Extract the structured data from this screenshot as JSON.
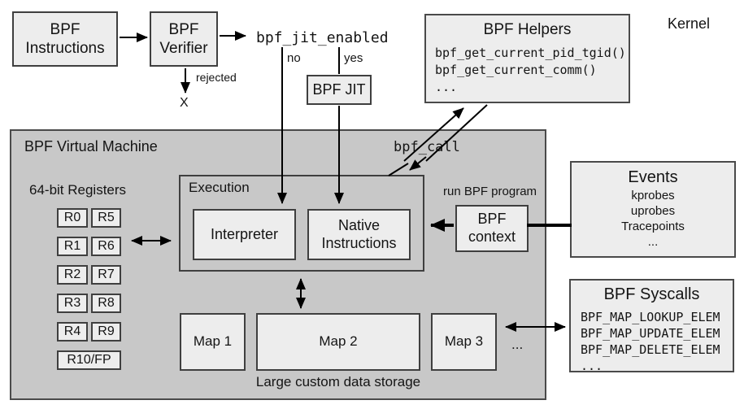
{
  "kernel_label": "Kernel",
  "flow": {
    "instructions": "BPF Instructions",
    "verifier": "BPF Verifier",
    "jit_enabled": "bpf_jit_enabled",
    "no": "no",
    "yes": "yes",
    "jit": "BPF JIT",
    "rejected": "rejected",
    "rejected_mark": "X",
    "call": "bpf_call",
    "run_program": "run BPF program"
  },
  "helpers": {
    "title": "BPF Helpers",
    "items": [
      "bpf_get_current_pid_tgid()",
      "bpf_get_current_comm()",
      "..."
    ]
  },
  "vm": {
    "title": "BPF Virtual Machine",
    "registers": {
      "title": "64-bit Registers",
      "pairs": [
        [
          "R0",
          "R5"
        ],
        [
          "R1",
          "R6"
        ],
        [
          "R2",
          "R7"
        ],
        [
          "R3",
          "R8"
        ],
        [
          "R4",
          "R9"
        ]
      ],
      "frame_pointer": "R10/FP"
    },
    "execution": {
      "title": "Execution",
      "interpreter": "Interpreter",
      "native": "Native Instructions"
    },
    "context": "BPF context",
    "maps": [
      "Map 1",
      "Map 2",
      "Map 3"
    ],
    "maps_more": "...",
    "storage_caption": "Large custom data storage"
  },
  "events": {
    "title": "Events",
    "items": [
      "kprobes",
      "uprobes",
      "Tracepoints",
      "..."
    ]
  },
  "syscalls": {
    "title": "BPF Syscalls",
    "items": [
      "BPF_MAP_LOOKUP_ELEM",
      "BPF_MAP_UPDATE_ELEM",
      "BPF_MAP_DELETE_ELEM",
      "..."
    ]
  },
  "colors": {
    "vm_background": "#c8c8c8",
    "box_background": "#ededed",
    "border": "#3f3f3f",
    "line": "#000000"
  }
}
